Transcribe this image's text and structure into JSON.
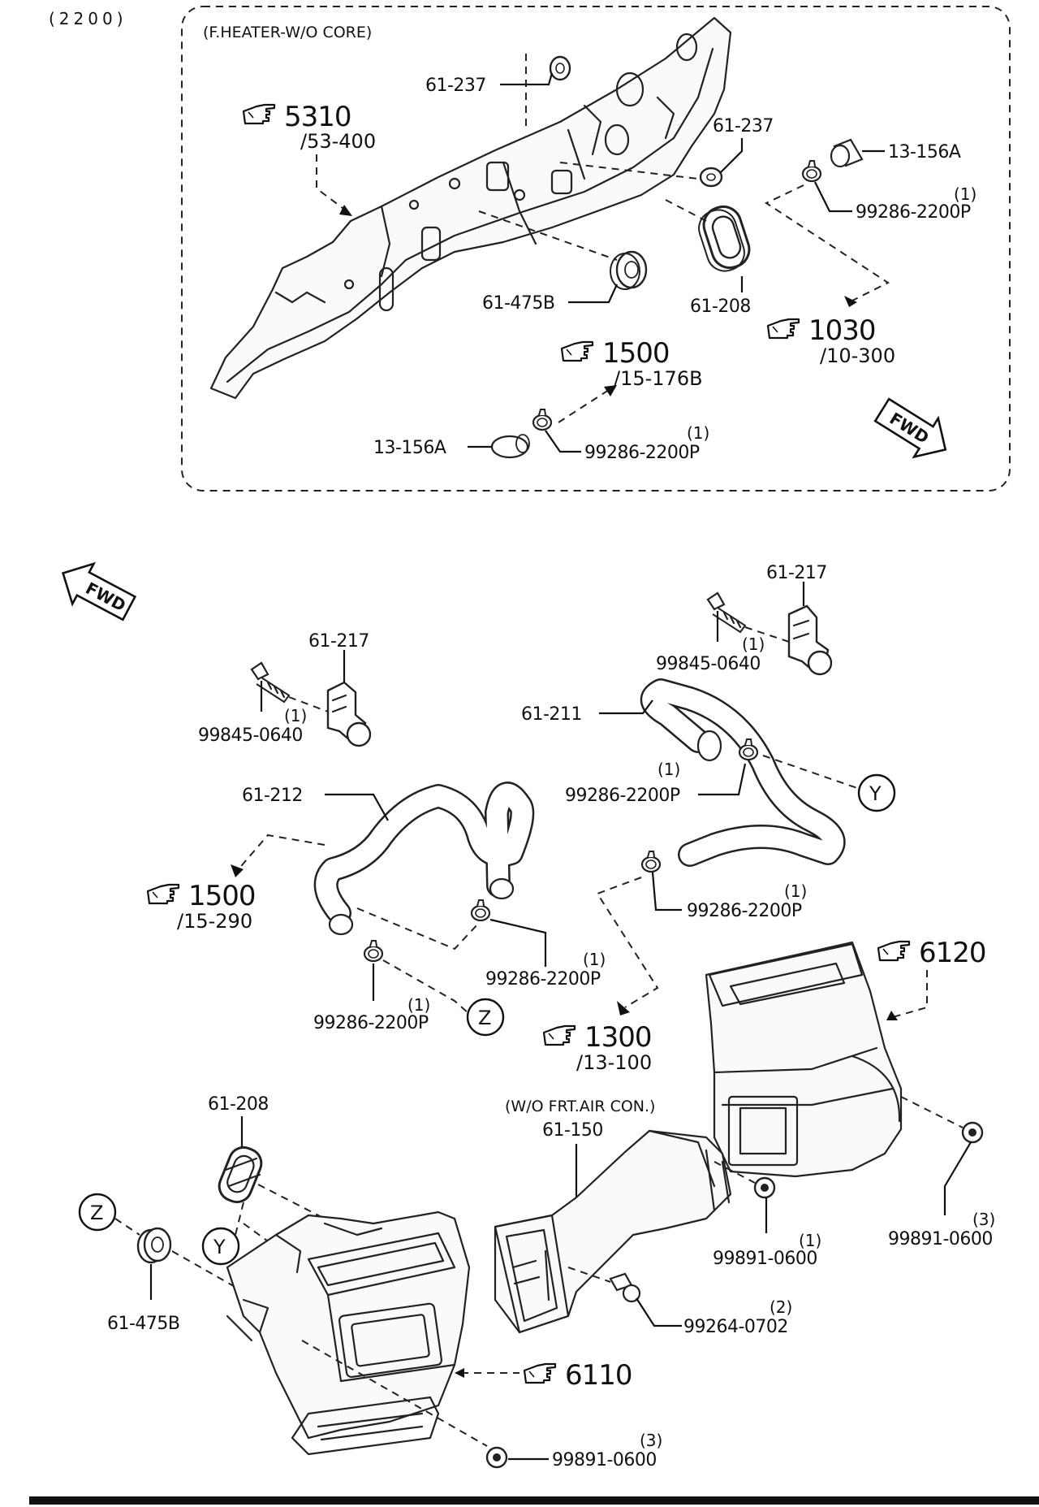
{
  "header": {
    "code": "(2200)"
  },
  "inset": {
    "title": "(F.HEATER-W/O CORE)"
  },
  "fwd_label": "FWD",
  "labels": {
    "l_61_237_a": "61-237",
    "l_5310": "5310",
    "l_53_400": "/53-400",
    "l_61_237_b": "61-237",
    "l_13_156a_a": "13-156A",
    "l_99286_a": "99286-2200P",
    "l_61_475b_a": "61-475B",
    "l_61_208_a": "61-208",
    "l_1030": "1030",
    "l_10_300": "/10-300",
    "l_1500_a": "1500",
    "l_15_176b": "/15-176B",
    "l_13_156a_b": "13-156A",
    "l_99286_b": "99286-2200P",
    "l_61_217_a": "61-217",
    "l_99845_a": "99845-0640",
    "l_61_217_b": "61-217",
    "l_99845_b": "99845-0640",
    "l_61_211": "61-211",
    "l_99286_c": "99286-2200P",
    "l_61_212": "61-212",
    "l_1500_b": "1500",
    "l_15_290": "/15-290",
    "l_99286_d": "99286-2200P",
    "l_99286_e": "99286-2200P",
    "l_99286_f": "99286-2200P",
    "l_6120": "6120",
    "l_1300": "1300",
    "l_13_100": "/13-100",
    "l_wo_frt": "(W/O FRT.AIR CON.)",
    "l_61_150": "61-150",
    "l_61_208_b": "61-208",
    "l_99891_a": "99891-0600",
    "l_99891_b": "99891-0600",
    "l_99264": "99264-0702",
    "l_61_475b_b": "61-475B",
    "l_6110": "6110",
    "l_99891_c": "99891-0600"
  },
  "quantities": {
    "q_99286_a": "(1)",
    "q_99286_b": "(1)",
    "q_99845_a": "(1)",
    "q_99845_b": "(1)",
    "q_99286_c": "(1)",
    "q_99286_d": "(1)",
    "q_99286_e": "(1)",
    "q_99286_f": "(1)",
    "q_99891_a": "(1)",
    "q_99891_b": "(3)",
    "q_99264": "(2)",
    "q_99891_c": "(3)"
  },
  "circle_markers": {
    "m_y_a": "Y",
    "m_z_a": "Z",
    "m_z_b": "Z",
    "m_y_b": "Y"
  },
  "reference_icon": "pointing-hand-icon",
  "colors": {
    "ink": "#111111",
    "background": "#ffffff"
  }
}
